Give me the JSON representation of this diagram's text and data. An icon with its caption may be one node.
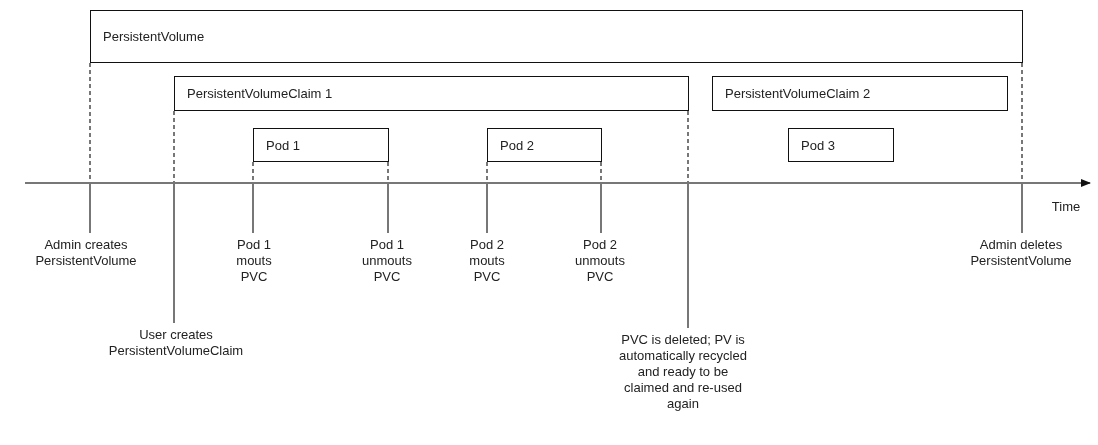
{
  "diagram": {
    "nodes": [
      {
        "text": [
          "PersistentVolume"
        ]
      },
      {
        "text": [
          "PersistentVolumeClaim 1"
        ]
      },
      {
        "text": [
          "PersistentVolumeClaim 2"
        ]
      },
      {
        "text": [
          "Pod 1"
        ]
      },
      {
        "text": [
          "Pod 2"
        ]
      },
      {
        "text": [
          "Pod 3"
        ]
      },
      {
        "text": [
          "Admin creates PersistentVolume"
        ]
      },
      {
        "text": [
          "Pod 1 mouts PVC"
        ]
      },
      {
        "text": [
          "Pod 1 unmouts PVC"
        ]
      },
      {
        "text": [
          "Pod 2 mouts PVC"
        ]
      },
      {
        "text": [
          "Pod 2 unmouts PVC"
        ]
      },
      {
        "text": [
          "Admin deletes PersistentVolume"
        ]
      },
      {
        "text": [
          "User creates PersistentVolumeClaim"
        ]
      },
      {
        "text": [
          "PVC is deleted; PV is automatically recycled and ready to be claimed and re-used again"
        ]
      }
    ],
    "edges": [
      {
        "from": 0,
        "to": 6,
        "arrow": "none"
      },
      {
        "from": 1,
        "to": 12,
        "arrow": "none"
      },
      {
        "from": 3,
        "to": 7,
        "arrow": "none"
      },
      {
        "from": 3,
        "to": 8,
        "arrow": "none"
      },
      {
        "from": 4,
        "to": 9,
        "arrow": "none"
      },
      {
        "from": 4,
        "to": 10,
        "arrow": "none"
      },
      {
        "from": 1,
        "to": 13,
        "arrow": "none"
      },
      {
        "from": 0,
        "to": 11,
        "arrow": "none"
      }
    ],
    "labels": [
      "Time"
    ]
  }
}
